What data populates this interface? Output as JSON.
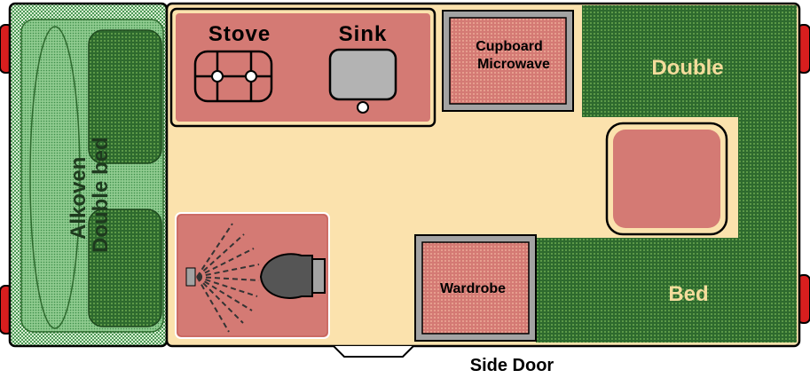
{
  "labels": {
    "stove": "Stove",
    "sink": "Sink",
    "cupboard_line1": "Cupboard",
    "cupboard_line2": "Microwave",
    "double": "Double",
    "bed": "Bed",
    "wardrobe": "Wardrobe",
    "alkoven_line1": "Alkoven",
    "alkoven_line2": "Double bed",
    "side_door": "Side Door"
  },
  "colors": {
    "floor": "#fbe2ad",
    "furniture": "#d47a74",
    "bed_green": "#2e6a2e",
    "bed_text": "#f4dc9c",
    "alkoven_green": "#6ab46a",
    "outline": "#000000",
    "grey": "#a3a3a3",
    "light_red": "#e02020"
  },
  "icons": [
    "stove-icon",
    "sink-icon",
    "toilet-icon",
    "shower-icon"
  ]
}
